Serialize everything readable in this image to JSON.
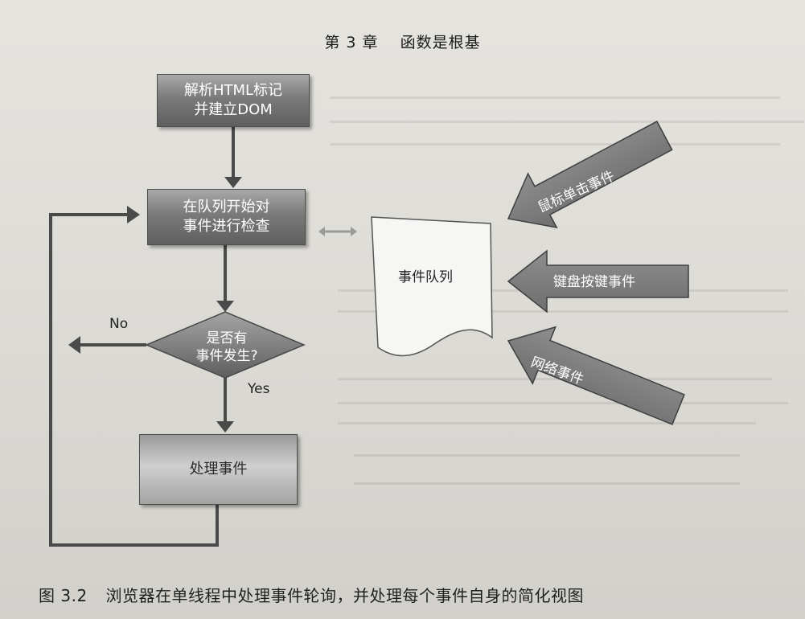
{
  "header": {
    "chapter": "第 3 章",
    "title": "函数是根基"
  },
  "flow": {
    "parse": "解析HTML标记\n并建立DOM",
    "check": "在队列开始对\n事件进行检查",
    "decision": "是否有\n事件发生?",
    "process": "处理事件",
    "no": "No",
    "yes": "Yes"
  },
  "queue": {
    "label": "事件队列"
  },
  "events": {
    "mouse": "鼠标单击事件",
    "keyboard": "键盘按键事件",
    "network": "网络事件"
  },
  "caption": {
    "figure": "图 3.2",
    "text": "浏览器在单线程中处理事件轮询，并处理每个事件自身的简化视图"
  },
  "colors": {
    "box_dark": "#6b6b6b",
    "line": "#4a4a4a",
    "arrow_fill": "#7c7c7c"
  }
}
